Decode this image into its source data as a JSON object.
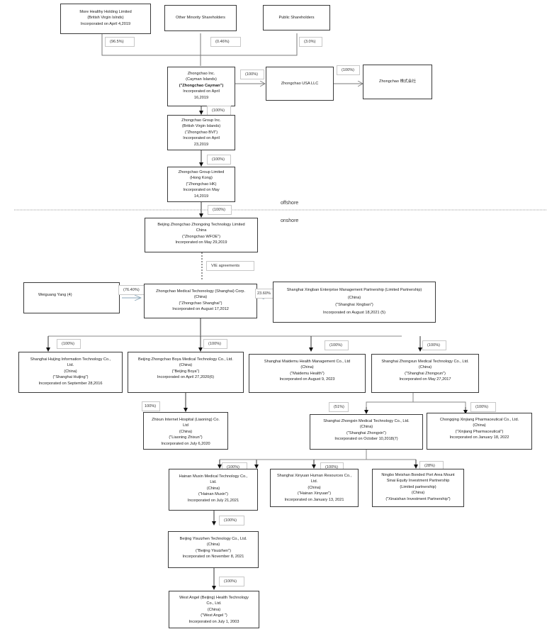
{
  "zones": {
    "offshore": "offshore",
    "onshore": "onshore"
  },
  "vie_label": "VIE agreements",
  "entities": {
    "more_healthy": {
      "lines": [
        "More Healthy Holding Limited",
        "(British Virgin Islnds)",
        "Incorporated on April 4,2019"
      ]
    },
    "other_minority": {
      "lines": [
        "Other Minority Shareholders"
      ]
    },
    "public": {
      "lines": [
        "Public Shareholders"
      ]
    },
    "cayman": {
      "lines": [
        "Zhongchao Inc.",
        "(Cayman Islands)",
        "(\"Zhongchao Cayman\")",
        "Incorporated on April",
        "16,2019"
      ]
    },
    "usa": {
      "lines": [
        "Zhongchao USA LLC"
      ]
    },
    "japan": {
      "lines": [
        "Zhongchao 株式会社"
      ]
    },
    "bvi": {
      "lines": [
        "Zhongchao Group Inc.",
        "(British Virgin Islands)",
        "(\"Zhongchao BVI\")",
        "Incorporated on April",
        "23,2019"
      ]
    },
    "hk": {
      "lines": [
        "Zhongchao Group Limited",
        "(Hong Kong)",
        "(\"Zhongchao HK)",
        "Incorporated on May",
        "14,2019"
      ]
    },
    "wfoe": {
      "lines": [
        "Beijing Zhongchao Zhongxing Technology Limited",
        "China",
        "(\"Zhongchao WFOE\")",
        "Incorporated on May 29,2019"
      ]
    },
    "weiguang": {
      "lines": [
        "Weiguang Yang (4)"
      ]
    },
    "shanghai_vie": {
      "lines": [
        "Zhongchao Medical Techonology (Shanghai) Corp.",
        "(China)",
        "(\"Zhongchao Shanghai\")",
        "Incorporated on August 17,2012"
      ]
    },
    "xingban": {
      "lines": [
        "Shanghai Xingban Enterprise Management Partnership (Limited Partnership)",
        "(China)",
        "(\"Shanghai Xingban\")",
        "Incorporated on August 18,2021 (5)"
      ]
    },
    "huijing": {
      "lines": [
        "Shanghai Huijing Information Technology Co.,",
        "Ltd.",
        "(China)",
        "(\"Shanghai Huijing\")",
        "Incorporated on September 28,2016"
      ]
    },
    "boya": {
      "lines": [
        "Beijing Zhongchao Boya Medical Technology Co., Ltd.",
        "(China)",
        "(\"Beijing Boya\")",
        "Incorporated on April 27,2020(6)"
      ]
    },
    "maidemu": {
      "lines": [
        "Shanghai Maidemu Health Management Co., Ltd",
        "(China)",
        "(\"Maidemu Health\")",
        "Incorporated on August 9, 2023"
      ]
    },
    "zhongxun": {
      "lines": [
        "Shanghai Zhongxun Medical Technology Co., Ltd.",
        "(China)",
        "(\"Shanghai Zhongxun\")",
        "Incorporated on May 27,2017"
      ]
    },
    "zhixun": {
      "lines": [
        "Zhixun Internet Hospital (Liaoning) Co.",
        "Ltd",
        "(China)",
        "(\"Liaoning Zhixun\")",
        "Incorporated on July 6,2020"
      ]
    },
    "zhongxin": {
      "lines": [
        "Shanghai Zhongxin Medical Technology Co., Ltd.",
        "(China)",
        "(\"Shanghai Zhongxin\")",
        "Incorporated on October 10,2018(7)"
      ]
    },
    "xinjiang": {
      "lines": [
        "Chongqing Xinjiang Pharmaceutical Co., Ltd.",
        "(China)",
        "(\"Xinjiang Pharmaceutical\")",
        "Incorporated on January 18, 2022"
      ]
    },
    "muxin": {
      "lines": [
        "Hainan Muxin  Medical Technology Co.,",
        "Ltd.",
        "(China)",
        "(\"Hainan Muxin\")",
        "Incorporated on July 21,2021"
      ]
    },
    "xinyuan": {
      "lines": [
        "Shanghai Xinyuan Human Resources Co.,",
        "Ltd.",
        "(China)",
        "(\"Hainan Xinyuan\")",
        "Incorporated on January 13, 2021"
      ]
    },
    "xinaishan": {
      "lines": [
        "Ningbo Meishan Bonded Port Area Mount",
        "Sinai Equity Investment Partnership",
        "(Limited partnership)",
        "(China)",
        "(\"Xinaishan Investment Partnership\")"
      ]
    },
    "yisuizhen": {
      "lines": [
        "Beijing Yisuizhen Technology Co., Ltd.",
        "(China)",
        "(\"Beijing Yisuizhen\")",
        "Incorporated on November 8, 2021"
      ]
    },
    "west_angel": {
      "lines": [
        "West Angel (Beijing) Health Technology",
        "Co., Ltd.",
        "(China)",
        "(\"West Angel \")",
        "Incorporated on July 1, 2003"
      ]
    }
  },
  "ownership": {
    "more_healthy_to_cayman": "(96.5%)",
    "minority_to_cayman": "(0.46%)",
    "public_to_cayman": "(3.0%)",
    "cayman_to_usa": "(100%)",
    "usa_to_japan": "(100%)",
    "cayman_to_bvi": "(100%)",
    "bvi_to_hk": "(100%)",
    "hk_to_wfoe": "(100%)",
    "weiguang_to_shanghai": "(76.40%)",
    "xingban_to_shanghai": "23.60%",
    "shanghai_to_huijing": "(100%)",
    "shanghai_to_boya": "(100%)",
    "shanghai_to_maidemu": "(100%)",
    "shanghai_to_zhongxun": "(100%)",
    "boya_to_zhixun": "100%)",
    "zhongxun_to_zhongxin": "(51%)",
    "zhongxun_to_xinjiang": "(100%)",
    "zhongxin_to_muxin": "(100%)",
    "zhongxin_to_xinyuan": "(100%)",
    "zhongxin_to_xinaishan": "(28%)",
    "muxin_to_yisuizhen": "(100%)",
    "yisuizhen_to_west_angel": "(100%)"
  }
}
